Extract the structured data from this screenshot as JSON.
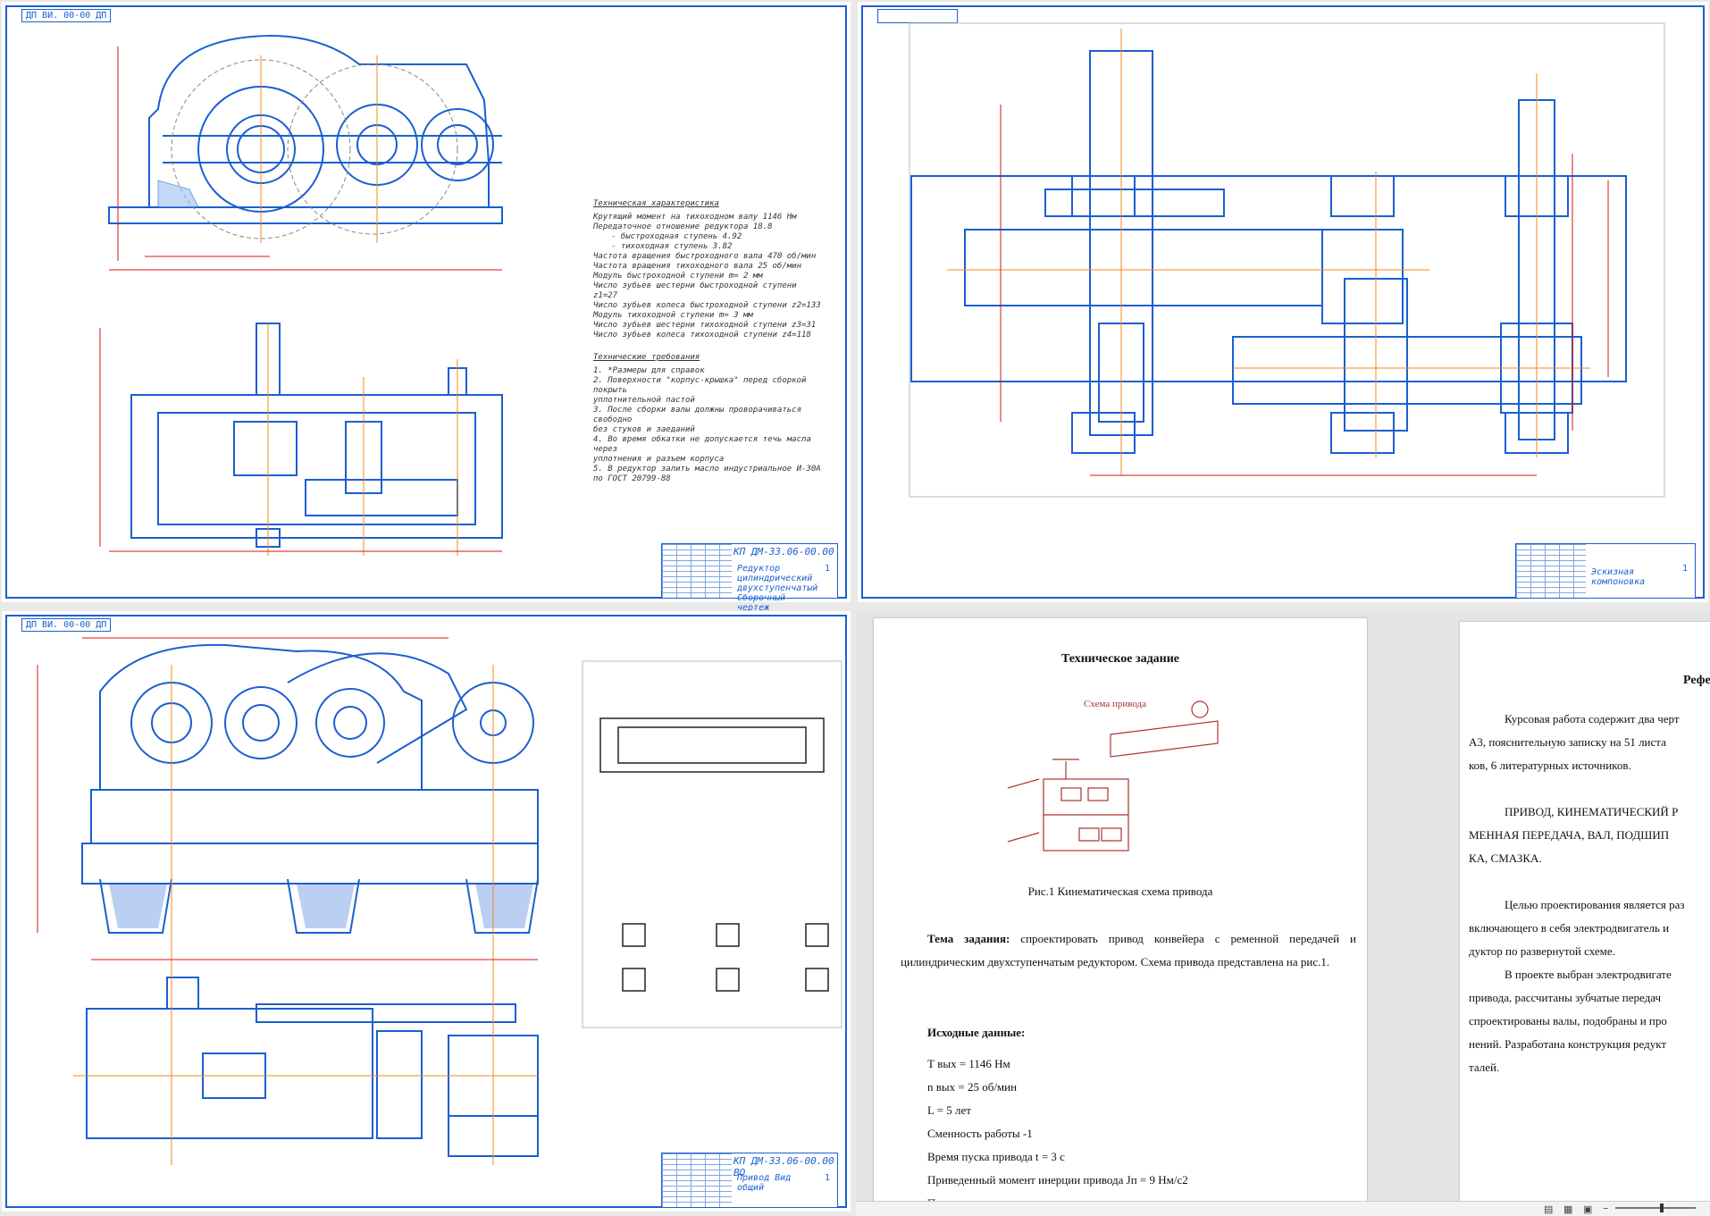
{
  "viewport_tl": {
    "stamp": "ДП ВИ. 00-00 ДП",
    "title_code": "КП ДМ-33.06-00.00",
    "title_name": "Редуктор цилиндрический двухступенчатый Сборочный чертеж",
    "sheet": "1"
  },
  "viewport_tr": {
    "title_name": "Эскизная компоновка",
    "sheet": "1"
  },
  "viewport_bl": {
    "stamp": "ДП ВИ. 00-00 ДП",
    "title_code": "КП ДМ-33.06-00.00 ВО",
    "title_name": "Привод Вид общий",
    "sheet": "1"
  },
  "tech_char": {
    "heading": "Техническая характеристика",
    "lines": [
      "Крутящий момент на тихоходном валу 1146 Нм",
      "Передаточное отношение редуктора 18.8",
      "- быстроходная ступень    4.92",
      "- тихоходная ступень      3.82",
      "Частота вращения быстроходного вала 470 об/мин",
      "Частота вращения тихоходного вала 25 об/мин",
      "Модуль быстроходной ступени m= 2 мм",
      "Число зубьев шестерни быстроходной ступени z1=27",
      "Число зубьев колеса быстроходной ступени z2=133",
      "Модуль тихоходной ступени m= 3 мм",
      "Число зубьев шестерни тихоходной ступени z3=31",
      "Число зубьев колеса тихоходной ступени z4=118"
    ]
  },
  "tech_req": {
    "heading": "Технические требования",
    "lines": [
      "1. *Размеры для справок",
      "2. Поверхности \"корпус-крышка\" перед сборкой покрыть",
      "уплотнительной пастой",
      "3. После сборки валы должны проворачиваться свободно",
      "без стуков и заеданий",
      "4. Во время обкатки не допускается течь масла через",
      "уплотнения и разъем корпуса",
      "5. В редуктор залить масло индустриальное  И-30А",
      "по ГОСТ 20799-88"
    ]
  },
  "doc1": {
    "title": "Техническое задание",
    "scheme_label": "Схема привода",
    "fig_caption": "Рис.1  Кинематическая схема привода",
    "topic_label": "Тема задания:",
    "topic_text": " спроектировать привод конвейера с ременной передачей и цилиндрическим двухступенчатым редуктором. Схема привода представлена на рис.1.",
    "initial_label": "Исходные данные:",
    "params": [
      "Т вых = 1146 Нм",
      "n вых = 25 об/мин",
      "L = 5 лет",
      "Сменность работы  -1",
      "Время пуска привода t = 3 с",
      "Приведенный момент инерции привода Jп =  9 Нм/с2",
      "Передача реверсивная"
    ]
  },
  "doc2": {
    "title": "Рефе",
    "p1": "Курсовая работа содержит два черт",
    "p1b": "А3, пояснительную записку на 51 листа",
    "p1c": "ков, 6 литературных источников.",
    "kw1": "ПРИВОД, КИНЕМАТИЧЕСКИЙ Р",
    "kw2": "МЕННАЯ ПЕРЕДАЧА, ВАЛ, ПОДШИП",
    "kw3": "КА, СМАЗКА.",
    "p2": "Целью проектирования является раз",
    "p2b": "включающего в себя электродвигатель и",
    "p2c": "дуктор по развернутой схеме.",
    "p3": "В проекте выбран электродвигате",
    "p3b": "привода, рассчитаны зубчатые передач",
    "p3c": "спроектированы валы, подобраны и про",
    "p3d": "нений. Разработана конструкция редукт",
    "p3e": "талей."
  },
  "colors": {
    "accent": "#1a5fd1",
    "dim": "#d11",
    "axis": "#f08a1c",
    "hatch": "#1a5fd1"
  }
}
